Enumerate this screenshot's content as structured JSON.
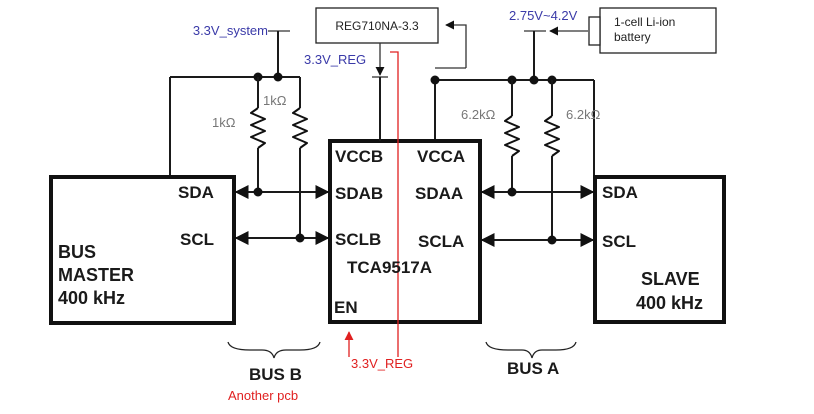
{
  "labels": {
    "v_system": "3.3V_system",
    "regulator": "REG710NA-3.3",
    "v_reg_top": "3.3V_REG",
    "v_battery": "2.75V~4.2V",
    "battery_line1": "1-cell Li-ion",
    "battery_line2": "battery",
    "r_b1": "1kΩ",
    "r_b2": "1kΩ",
    "r_a1": "6.2kΩ",
    "r_a2": "6.2kΩ",
    "master_sda": "SDA",
    "master_scl": "SCL",
    "master_line1": "BUS",
    "master_line2": "MASTER",
    "master_line3": "400 kHz",
    "ic_vccb": "VCCB",
    "ic_vcca": "VCCA",
    "ic_sdab": "SDAB",
    "ic_sdaa": "SDAA",
    "ic_sclb": "SCLB",
    "ic_scla": "SCLA",
    "ic_name": "TCA9517A",
    "ic_en": "EN",
    "slave_sda": "SDA",
    "slave_scl": "SCL",
    "slave_line1": "SLAVE",
    "slave_line2": "400 kHz",
    "bus_b": "BUS B",
    "bus_a": "BUS A",
    "v_reg_en": "3.3V_REG",
    "another_pcb": "Another pcb"
  },
  "colors": {
    "blue_annotation": "#3a3aa8",
    "red_annotation": "#e02020",
    "resistor_label": "#777777",
    "line": "#1a1a1a"
  }
}
